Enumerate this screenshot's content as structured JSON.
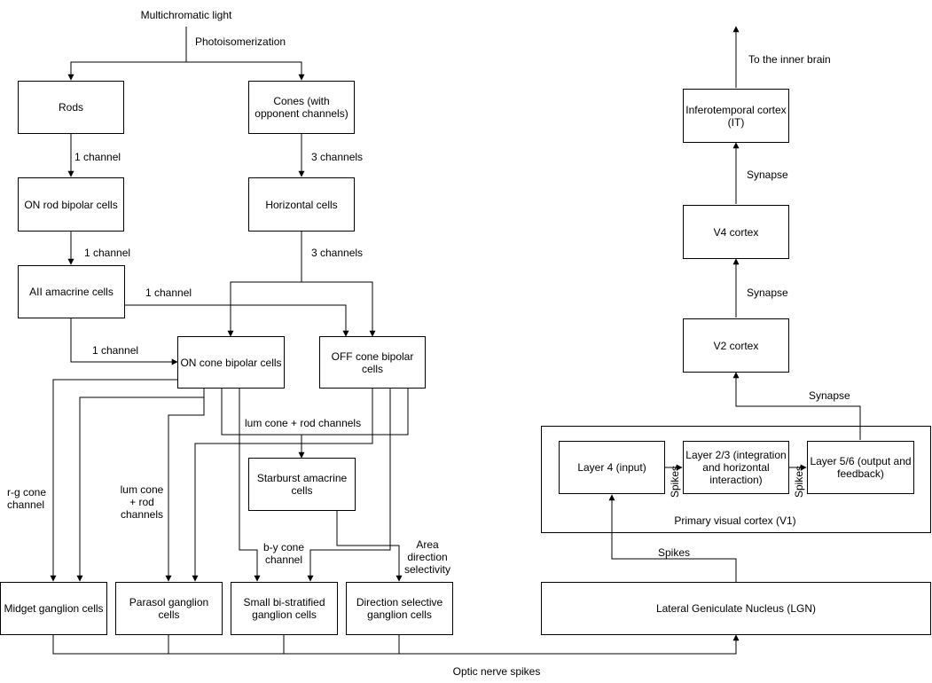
{
  "boxes": {
    "rods": "Rods",
    "cones": "Cones (with opponent channels)",
    "on_rod_bipolar": "ON rod bipolar cells",
    "horizontal": "Horizontal cells",
    "aii_amacrine": "AII amacrine cells",
    "on_cone_bipolar": "ON cone bipolar cells",
    "off_cone_bipolar": "OFF cone bipolar cells",
    "starburst": "Starburst amacrine cells",
    "midget": "Midget ganglion cells",
    "parasol": "Parasol ganglion cells",
    "small_bistratified": "Small bi-stratified ganglion cells",
    "direction_selective": "Direction selective ganglion cells",
    "lgn": "Lateral Geniculate Nucleus (LGN)",
    "layer4": "Layer 4 (input)",
    "layer23": "Layer 2/3 (integration and horizontal interaction)",
    "layer56": "Layer 5/6 (output and feedback)",
    "v2": "V2 cortex",
    "v4": "V4 cortex",
    "it": "Inferotemporal cortex (IT)"
  },
  "labels": {
    "multichromatic": "Multichromatic light",
    "photoisomerization": "Photoisomerization",
    "rods_1ch": "1 channel",
    "cones_3ch": "3 channels",
    "onrod_1ch": "1 channel",
    "horiz_3ch": "3 channels",
    "aii_1ch_right": "1 channel",
    "aii_1ch_down": "1 channel",
    "lum_cone_rod": "lum cone + rod channels",
    "rg_cone": "r-g cone channel",
    "lum_cone_rod_vertical": "lum cone + rod channels",
    "by_cone": "b-y cone channel",
    "area_direction": "Area direction selectivity",
    "optic_nerve": "Optic nerve spikes",
    "spikes_lgn": "Spikes",
    "spikes_l4": "Spikes",
    "spikes_l23": "Spikes",
    "v1_caption": "Primary visual cortex (V1)",
    "synapse_v2": "Synapse",
    "synapse_v4": "Synapse",
    "synapse_it": "Synapse",
    "to_inner_brain": "To the inner brain"
  }
}
